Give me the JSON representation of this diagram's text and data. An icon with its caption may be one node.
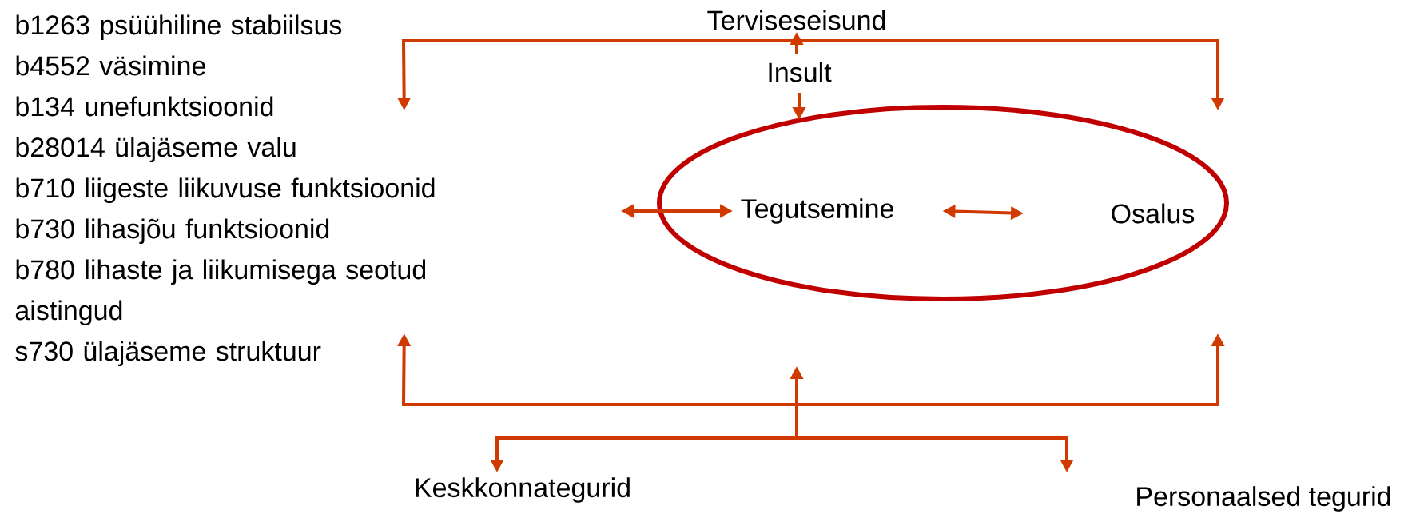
{
  "diagram": {
    "nodes": [
      {
        "text": [
          "Terviseseisund"
        ]
      },
      {
        "text": [
          "Insult"
        ]
      },
      {
        "text": [
          "b1263 psüühiline stabiilsus",
          "b4552 väsimine",
          "b134 unefunktsioonid",
          "b28014 ülajäseme valu",
          "b710 liigeste liikuvuse funktsioonid",
          "b730 lihasjõu funktsioonid",
          "b780 lihaste ja liikumisega seotud aistingud",
          "s730 ülajäseme struktuur"
        ]
      },
      {
        "text": [],
        "shape": "ellipse"
      },
      {
        "text": [
          "Tegutsemine"
        ],
        "in": 3
      },
      {
        "text": [
          "Osalus"
        ],
        "in": 3
      },
      {
        "text": [
          "Keskkonnategurid"
        ]
      },
      {
        "text": [
          "Personaalsed tegurid"
        ]
      }
    ],
    "edges": [
      {
        "from": 1,
        "to": 0,
        "arrow": "to"
      },
      {
        "from": 1,
        "to": 3,
        "arrow": "to"
      },
      {
        "from": 0,
        "to": 2,
        "arrow": "to"
      },
      {
        "from": 0,
        "to": null,
        "arrow": "to"
      },
      {
        "from": null,
        "to": 4,
        "arrow": "both"
      },
      {
        "from": 4,
        "to": 5,
        "arrow": "both"
      },
      {
        "from": 6,
        "to": 2,
        "arrow": "both"
      },
      {
        "from": 7,
        "to": null,
        "arrow": "both"
      }
    ]
  }
}
